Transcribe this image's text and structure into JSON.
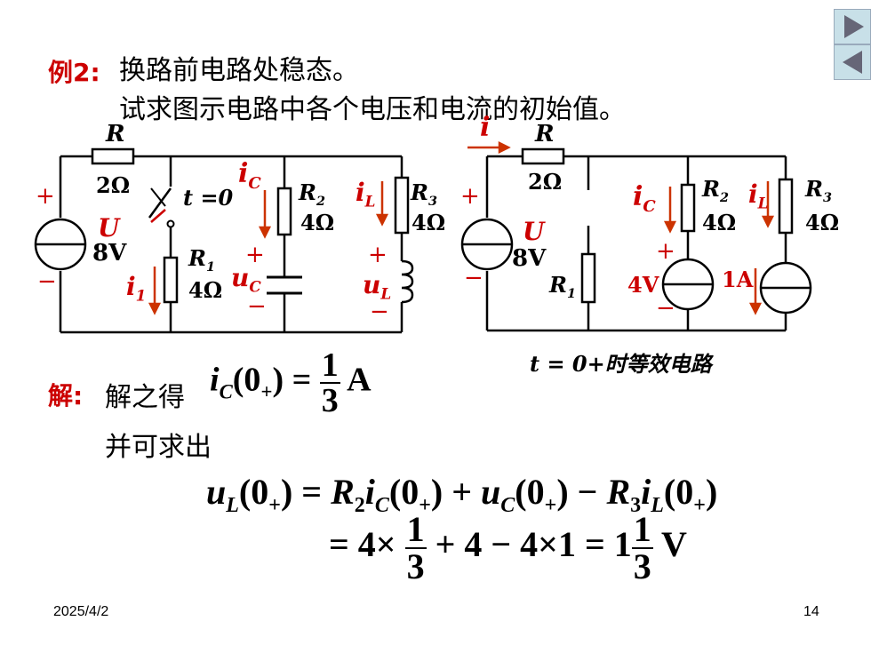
{
  "nav": {
    "next_icon": "triangle-right-icon",
    "prev_icon": "triangle-left-icon"
  },
  "heading": {
    "label": "例2:",
    "line1": "换路前电路处稳态。",
    "line2": "试求图示电路中各个电压和电流的初始值。"
  },
  "circuit1": {
    "R": "R",
    "R_val": "2Ω",
    "switch": "t =0",
    "iC": "i",
    "iC_sub": "C",
    "R2": "R",
    "R2_sub": "2",
    "R2_val": "4Ω",
    "iL": "i",
    "iL_sub": "L",
    "R3": "R",
    "R3_sub": "3",
    "R3_val": "4Ω",
    "plus": "+",
    "minus": "−",
    "U": "U",
    "U_val": "8V",
    "R1": "R",
    "R1_sub": "1",
    "R1_val": "4Ω",
    "i1": "i",
    "i1_sub": "1",
    "uC": "u",
    "uC_sub": "C",
    "uL": "u",
    "uL_sub": "L"
  },
  "circuit2": {
    "i": "i",
    "R": "R",
    "R_val": "2Ω",
    "iC": "i",
    "iC_sub": "C",
    "R2": "R",
    "R2_sub": "2",
    "R2_val": "4Ω",
    "iL": "i",
    "iL_sub": "L",
    "R3": "R",
    "R3_sub": "3",
    "R3_val": "4Ω",
    "plus": "+",
    "minus": "−",
    "U": "U",
    "U_val": "8V",
    "R1": "R",
    "R1_sub": "1",
    "V4": "4V",
    "A1": "1A",
    "caption": "t = 0+时等效电路"
  },
  "solution": {
    "label": "解:",
    "text1": "解之得",
    "ic": "i",
    "ic_sub": "C",
    "ic_arg": "(0",
    "plus_sub": "+",
    "close": ") =",
    "num": "1",
    "den": "3",
    "unit_A": "A",
    "text2": "并可求出"
  },
  "formula": {
    "uL": "u",
    "uL_sub": "L",
    "arg": "(0",
    "plus_sub": "+",
    "close_eq": ") =",
    "R2": "R",
    "R2_sub": "2",
    "ic": "i",
    "ic_sub": "C",
    "close_plus": ") +",
    "uC": "u",
    "uC_sub": "C",
    "close_minus": ") −",
    "R3": "R",
    "R3_sub": "3",
    "iL": "i",
    "iL_sub": "L",
    "close": ")",
    "line2_a": "= 4×",
    "num1": "1",
    "den1": "3",
    "line2_b": "+ 4 − 4×1 = 1",
    "num2": "1",
    "den2": "3",
    "unit_V": "V"
  },
  "footer": {
    "date": "2025/4/2",
    "page": "14"
  }
}
